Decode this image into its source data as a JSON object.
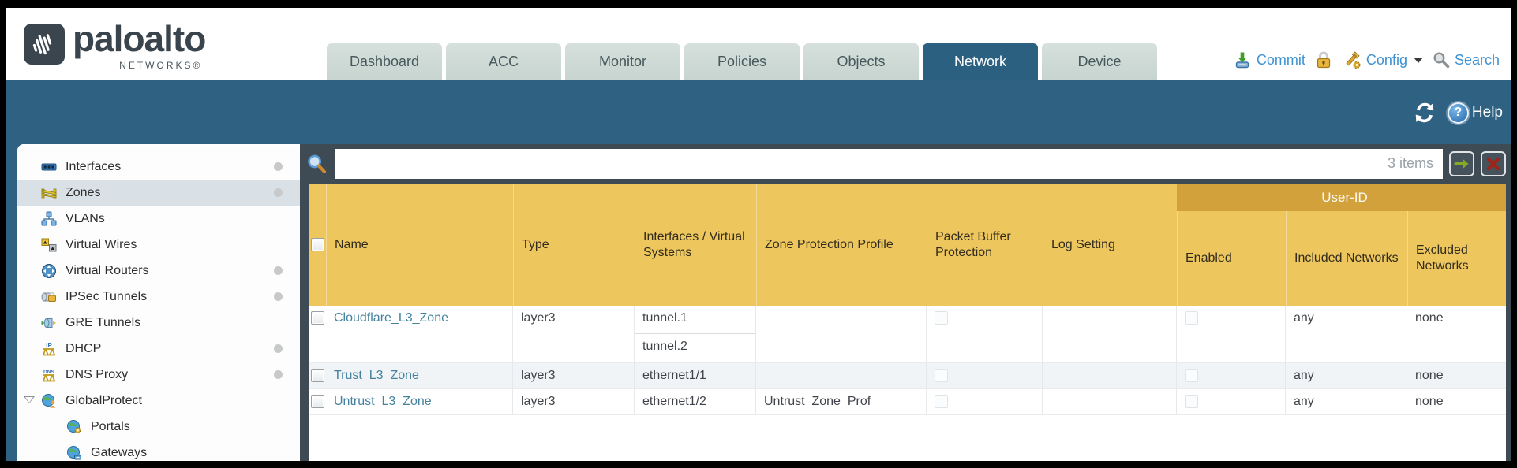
{
  "brand": {
    "name": "paloalto",
    "subtitle": "NETWORKS®"
  },
  "nav": {
    "tabs": [
      "Dashboard",
      "ACC",
      "Monitor",
      "Policies",
      "Objects",
      "Network",
      "Device"
    ],
    "active_tab": "Network",
    "commit_label": "Commit",
    "config_label": "Config",
    "search_label": "Search"
  },
  "band": {
    "help_label": "Help"
  },
  "sidebar": {
    "items": [
      {
        "label": "Interfaces",
        "icon": "interfaces-icon",
        "has_dot": true,
        "selected": false
      },
      {
        "label": "Zones",
        "icon": "zones-icon",
        "has_dot": true,
        "selected": true
      },
      {
        "label": "VLANs",
        "icon": "vlans-icon",
        "has_dot": false,
        "selected": false
      },
      {
        "label": "Virtual Wires",
        "icon": "virtual-wires-icon",
        "has_dot": false,
        "selected": false
      },
      {
        "label": "Virtual Routers",
        "icon": "virtual-routers-icon",
        "has_dot": true,
        "selected": false
      },
      {
        "label": "IPSec Tunnels",
        "icon": "ipsec-tunnels-icon",
        "has_dot": true,
        "selected": false
      },
      {
        "label": "GRE Tunnels",
        "icon": "gre-tunnels-icon",
        "has_dot": false,
        "selected": false
      },
      {
        "label": "DHCP",
        "icon": "dhcp-icon",
        "has_dot": true,
        "selected": false
      },
      {
        "label": "DNS Proxy",
        "icon": "dns-proxy-icon",
        "has_dot": true,
        "selected": false
      },
      {
        "label": "GlobalProtect",
        "icon": "globalprotect-icon",
        "has_dot": false,
        "selected": false,
        "expanded": true
      },
      {
        "label": "Portals",
        "icon": "portals-icon",
        "has_dot": false,
        "selected": false,
        "indent": true
      },
      {
        "label": "Gateways",
        "icon": "gateways-icon",
        "has_dot": false,
        "selected": false,
        "indent": true
      }
    ]
  },
  "content": {
    "filter": {
      "value": "",
      "items_count": "3 items"
    },
    "table": {
      "group_header": "User-ID",
      "columns": [
        "Name",
        "Type",
        "Interfaces / Virtual Systems",
        "Zone Protection Profile",
        "Packet Buffer Protection",
        "Log Setting",
        "Enabled",
        "Included Networks",
        "Excluded Networks"
      ],
      "rows": [
        {
          "name": "Cloudflare_L3_Zone",
          "type": "layer3",
          "interfaces": [
            "tunnel.1",
            "tunnel.2"
          ],
          "zone_protection_profile": "",
          "log_setting": "",
          "included_networks": "any",
          "excluded_networks": "none"
        },
        {
          "name": "Trust_L3_Zone",
          "type": "layer3",
          "interfaces": [
            "ethernet1/1"
          ],
          "zone_protection_profile": "",
          "log_setting": "",
          "included_networks": "any",
          "excluded_networks": "none"
        },
        {
          "name": "Untrust_L3_Zone",
          "type": "layer3",
          "interfaces": [
            "ethernet1/2"
          ],
          "zone_protection_profile": "Untrust_Zone_Prof",
          "log_setting": "",
          "included_networks": "any",
          "excluded_networks": "none"
        }
      ]
    }
  },
  "colors": {
    "teal_band": "#2e6182",
    "header_gold": "#edc75e",
    "group_gold": "#d2a13c",
    "link_blue": "#45829f",
    "dark_slate": "#3e4a54"
  }
}
